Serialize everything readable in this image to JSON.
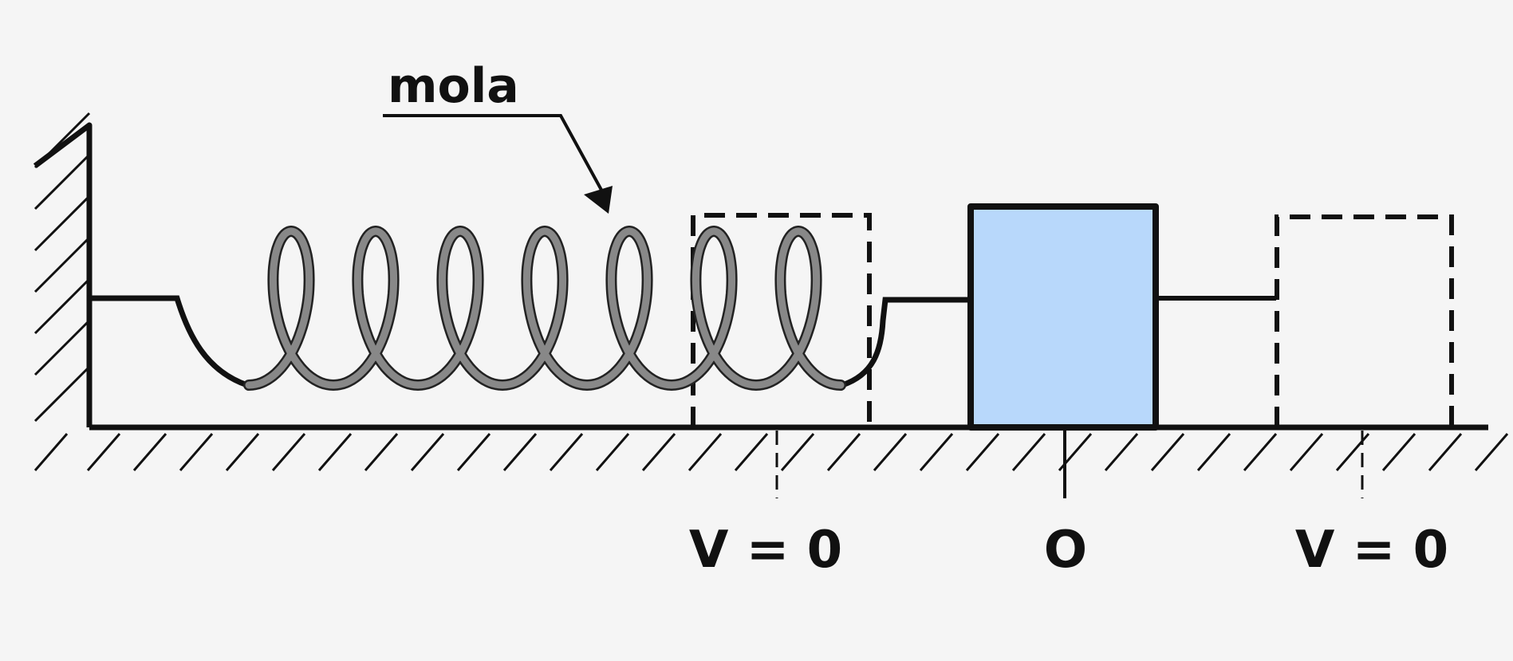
{
  "spring_label": "mola",
  "left_extreme_label": "V = 0",
  "equilibrium_label": "O",
  "right_extreme_label": "V = 0",
  "colors": {
    "background": "#f5f5f5",
    "line": "#111111",
    "spring": "#888888",
    "block_fill": "#b8d8fb"
  }
}
